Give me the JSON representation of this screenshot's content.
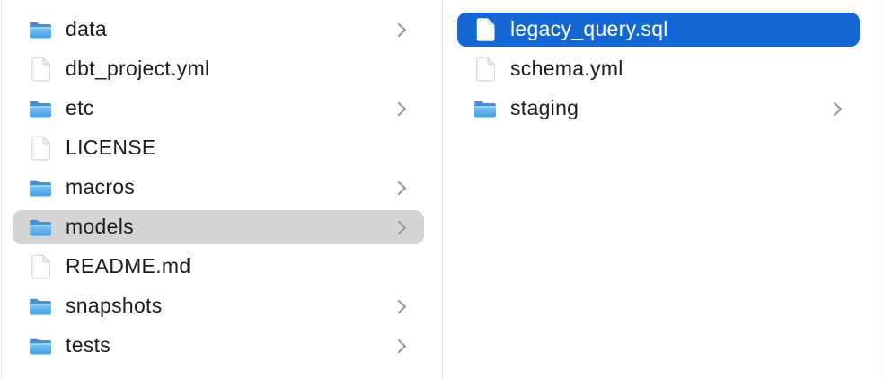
{
  "colors": {
    "selection_blue": "#1667d6",
    "selection_gray": "#d4d4d4",
    "folder_blue": "#55aaea",
    "divider": "#e5e5e5",
    "text": "#1c1c1e",
    "selected_text": "#ffffff",
    "chevron": "#98989d"
  },
  "columns": [
    {
      "items": [
        {
          "label": "data",
          "type": "folder",
          "has_chevron": true,
          "selected": "none"
        },
        {
          "label": "dbt_project.yml",
          "type": "file",
          "has_chevron": false,
          "selected": "none"
        },
        {
          "label": "etc",
          "type": "folder",
          "has_chevron": true,
          "selected": "none"
        },
        {
          "label": "LICENSE",
          "type": "file",
          "has_chevron": false,
          "selected": "none"
        },
        {
          "label": "macros",
          "type": "folder",
          "has_chevron": true,
          "selected": "none"
        },
        {
          "label": "models",
          "type": "folder",
          "has_chevron": true,
          "selected": "gray-inactive"
        },
        {
          "label": "README.md",
          "type": "file",
          "has_chevron": false,
          "selected": "none"
        },
        {
          "label": "snapshots",
          "type": "folder",
          "has_chevron": true,
          "selected": "none"
        },
        {
          "label": "tests",
          "type": "folder",
          "has_chevron": true,
          "selected": "none"
        }
      ]
    },
    {
      "items": [
        {
          "label": "legacy_query.sql",
          "type": "file",
          "has_chevron": false,
          "selected": "blue-active"
        },
        {
          "label": "schema.yml",
          "type": "file",
          "has_chevron": false,
          "selected": "none"
        },
        {
          "label": "staging",
          "type": "folder",
          "has_chevron": true,
          "selected": "none"
        }
      ]
    }
  ]
}
